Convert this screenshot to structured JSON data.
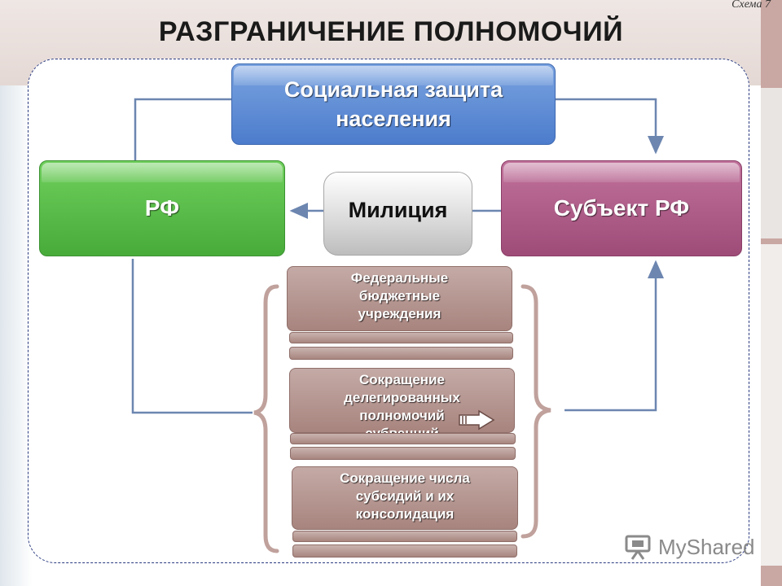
{
  "scheme_label": "Схема 7",
  "title": "РАЗГРАНИЧЕНИЕ ПОЛНОМОЧИЙ",
  "nodes": {
    "social_protection": "Социальная защита населения",
    "social_line1": "Социальная защита",
    "social_line2": "населения",
    "rf": "РФ",
    "subject_rf": "Субъект РФ",
    "militia": "Милиция"
  },
  "measures": [
    "Федеральные бюджетные учреждения",
    "Сокращение делегированных полномочий субвенций",
    "Сокращение числа субсидий и их консолидация"
  ],
  "measure_lines": {
    "m1": [
      "Федеральные",
      "бюджетные",
      "учреждения"
    ],
    "m2": [
      "Сокращение",
      "делегированных",
      "полномочий",
      "субвенций"
    ],
    "m3": [
      "Сокращение числа",
      "субсидий и их",
      "консолидация"
    ]
  },
  "watermark": "MyShared",
  "colors": {
    "social": "#5b8ad6",
    "rf": "#52b445",
    "subject": "#a8557f",
    "measure": "#b49590",
    "connector": "#6c86b0"
  }
}
